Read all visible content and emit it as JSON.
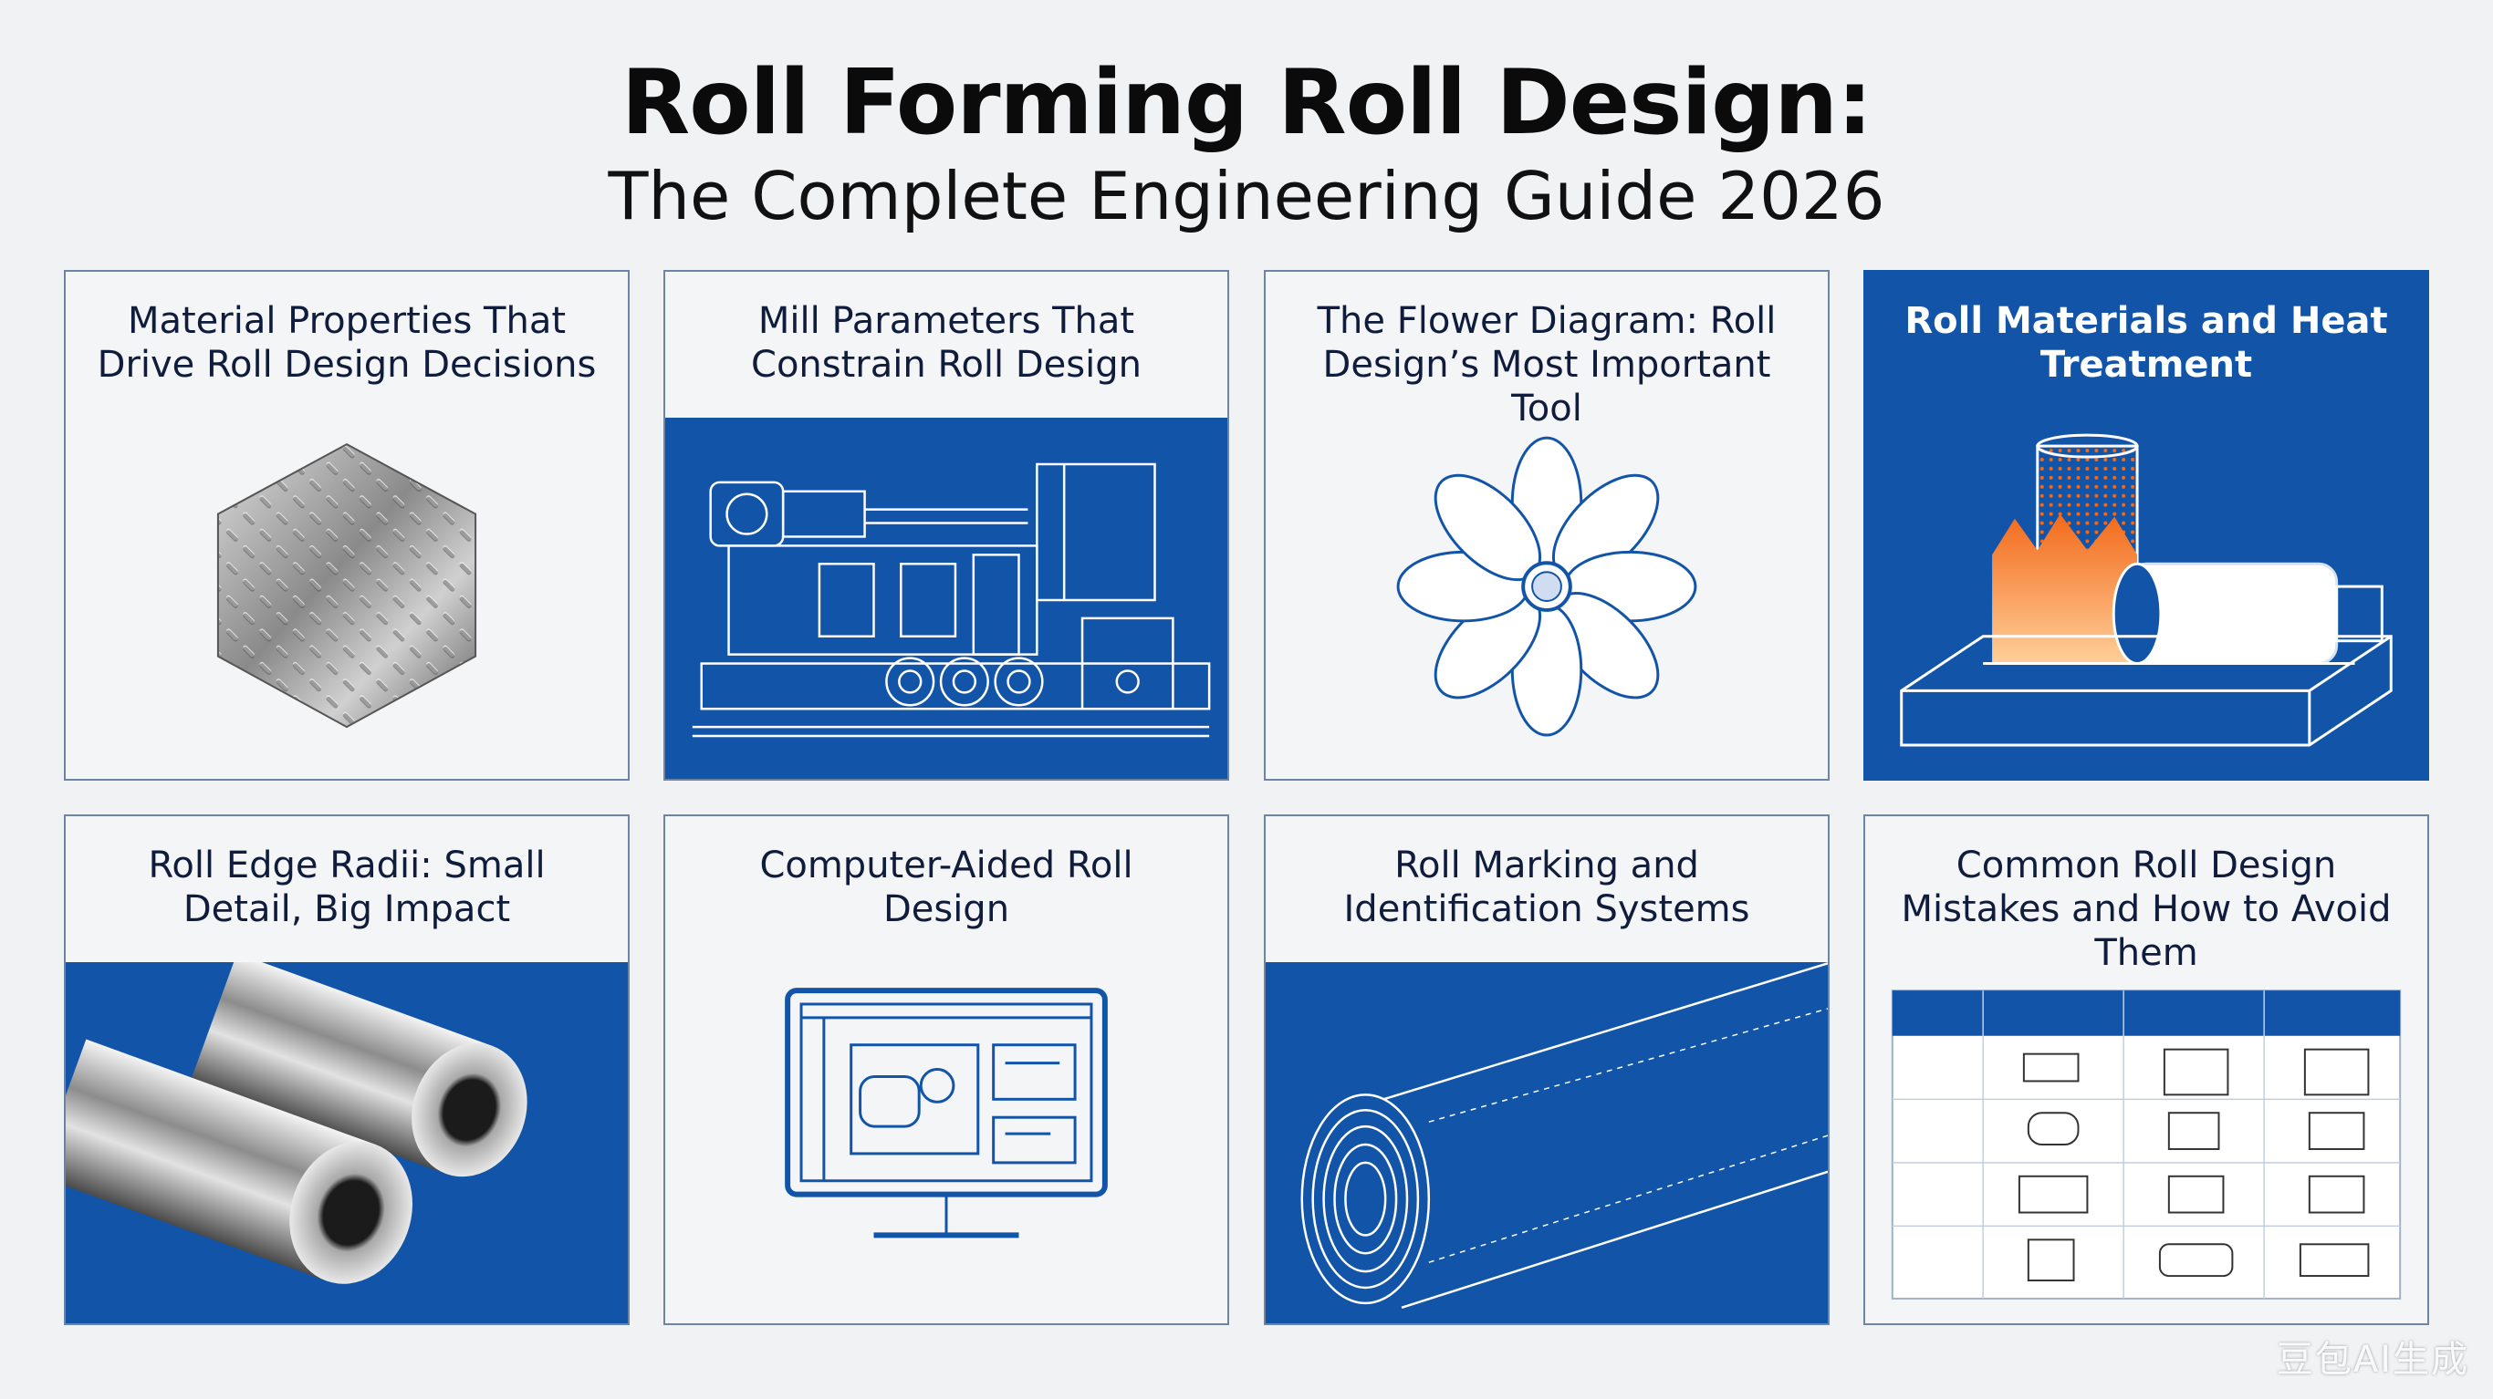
{
  "header": {
    "title": "Roll Forming Roll Design:",
    "subtitle": "The Complete Engineering Guide 2026"
  },
  "cards": [
    {
      "label": "Material Properties That Drive Roll Design Decisions",
      "icon": "diamond-plate-icon"
    },
    {
      "label": "Mill Parameters That Constrain Roll Design",
      "icon": "mill-blueprint-icon"
    },
    {
      "label": "The Flower Diagram: Roll Design’s Most Important Tool",
      "icon": "flower-diagram-icon"
    },
    {
      "label": "Roll Materials and Heat Treatment",
      "icon": "heat-treatment-icon"
    },
    {
      "label": "Roll Edge Radii: Small Detail, Big Impact",
      "icon": "steel-rolls-icon"
    },
    {
      "label": "Computer-Aided Roll Design",
      "icon": "cad-monitor-icon"
    },
    {
      "label": "Roll Marking and Identification Systems",
      "icon": "roll-cylinder-icon"
    },
    {
      "label": "Common Roll Design Mistakes and How to Avoid Them",
      "icon": "mistakes-table-icon"
    }
  ],
  "watermark": "豆包AI生成",
  "colors": {
    "blueprint": "#1255a8",
    "background": "#f1f2f4",
    "ink": "#0d1b3a",
    "flame": "#f26a1b"
  }
}
